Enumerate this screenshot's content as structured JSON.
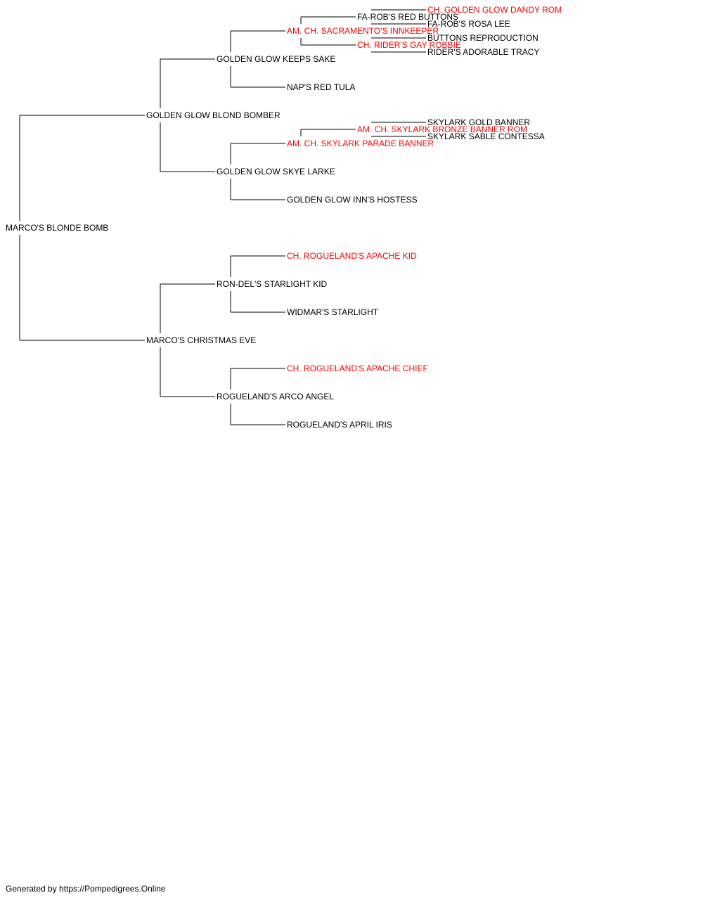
{
  "colors": {
    "normal": "#000000",
    "champion": "#ff0000",
    "line": "#000000"
  },
  "pedigree": {
    "name": "MARCO'S BLONDE BOMB",
    "champion": false,
    "sire": {
      "name": "GOLDEN GLOW BLOND BOMBER",
      "champion": false,
      "sire": {
        "name": "GOLDEN GLOW KEEPS SAKE",
        "champion": false,
        "sire": {
          "name": "AM. CH. SACRAMENTO'S INNKEEPER",
          "champion": true,
          "sire": {
            "name": "FA-ROB'S RED BUTTONS",
            "champion": false,
            "sire": {
              "name": "CH. GOLDEN GLOW DANDY ROM",
              "champion": true
            },
            "dam": {
              "name": "FA-ROB'S ROSA LEE",
              "champion": false
            }
          },
          "dam": {
            "name": "CH. RIDER'S GAY ROBBIE",
            "champion": true,
            "sire": {
              "name": "BUTTONS REPRODUCTION",
              "champion": false
            },
            "dam": {
              "name": "RIDER'S ADORABLE TRACY",
              "champion": false
            }
          }
        },
        "dam": {
          "name": "NAP'S RED TULA",
          "champion": false
        }
      },
      "dam": {
        "name": "GOLDEN GLOW SKYE LARKE",
        "champion": false,
        "sire": {
          "name": "AM. CH. SKYLARK PARADE BANNER",
          "champion": true,
          "sire": {
            "name": "AM. CH. SKYLARK BRONZE BANNER ROM",
            "champion": true,
            "sire": {
              "name": "SKYLARK GOLD BANNER",
              "champion": false
            },
            "dam": {
              "name": "SKYLARK SABLE CONTESSA",
              "champion": false
            }
          }
        },
        "dam": {
          "name": "GOLDEN GLOW INN'S HOSTESS",
          "champion": false
        }
      }
    },
    "dam": {
      "name": "MARCO'S CHRISTMAS EVE",
      "champion": false,
      "sire": {
        "name": "RON-DEL'S STARLIGHT KID",
        "champion": false,
        "sire": {
          "name": "CH. ROGUELAND'S APACHE KID",
          "champion": true
        },
        "dam": {
          "name": "WIDMAR'S STARLIGHT",
          "champion": false
        }
      },
      "dam": {
        "name": "ROGUELAND'S ARCO ANGEL",
        "champion": false,
        "sire": {
          "name": "CH. ROGUELAND'S APACHE CHIEF",
          "champion": true
        },
        "dam": {
          "name": "ROGUELAND'S APRIL IRIS",
          "champion": false
        }
      }
    }
  },
  "footer": {
    "text": "Generated by https://Pompedigrees.Online"
  }
}
